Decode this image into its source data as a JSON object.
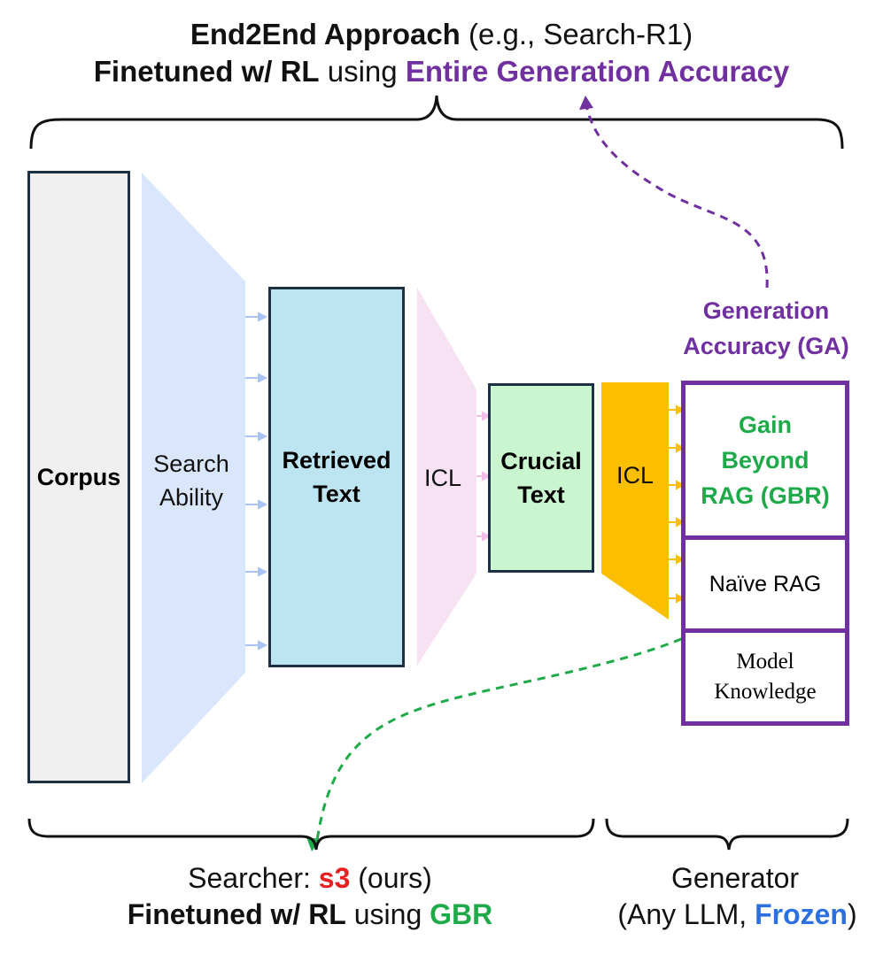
{
  "top": {
    "line1_bold": "End2End Approach",
    "line1_rest": "(e.g., Search-R1)",
    "line2_bold": "Finetuned w/ RL",
    "line2_mid": "using",
    "line2_accent": "Entire Generation Accuracy"
  },
  "blocks": {
    "corpus": "Corpus",
    "search_ability_1": "Search",
    "search_ability_2": "Ability",
    "retrieved_1": "Retrieved",
    "retrieved_2": "Text",
    "icl_1": "ICL",
    "crucial_1": "Crucial",
    "crucial_2": "Text",
    "icl_2": "ICL"
  },
  "ga": {
    "line1": "Generation",
    "line2": "Accuracy (GA)"
  },
  "generator_box": {
    "gbr_1": "Gain",
    "gbr_2": "Beyond",
    "gbr_3": "RAG (GBR)",
    "naive": "Naïve RAG",
    "model_1": "Model",
    "model_2": "Knowledge"
  },
  "bottom_left": {
    "line1_pre": "Searcher:",
    "line1_s3": "s3",
    "line1_post": "(ours)",
    "line2_bold": "Finetuned w/ RL",
    "line2_mid": "using",
    "line2_accent": "GBR"
  },
  "bottom_right": {
    "line1": "Generator",
    "line2_pre": "(Any LLM,",
    "line2_frozen": "Frozen",
    "line2_post": ")"
  },
  "colors": {
    "purple": "#7030a0",
    "green": "#1faa4a",
    "red": "#e8201f",
    "blue": "#2b6fe0",
    "corpus_fill": "#f0f0f0",
    "search_fill": "#d9e6fb",
    "retrieved_fill": "#bde5f1",
    "icl1_fill": "#f7e2f3",
    "crucial_fill": "#c9f5cf",
    "icl2_fill": "#fbbf00"
  }
}
